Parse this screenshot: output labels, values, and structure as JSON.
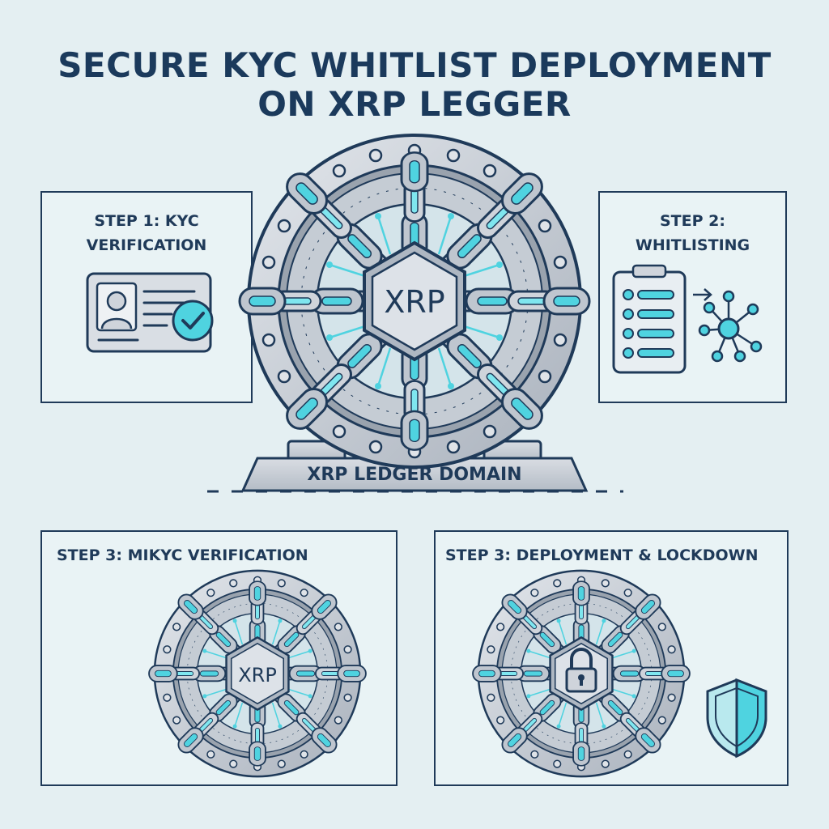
{
  "title": {
    "line1": "SECURE KYC WHITLIST DEPLOYMENT",
    "line2": "ON XRP LEGGER"
  },
  "steps": [
    {
      "line1": "STEP 1: KYC",
      "line2": "VERIFICATION"
    },
    {
      "line1": "STEP 2:",
      "line2": "WHITLISTING"
    },
    {
      "label": "STEP 3: MIKYC VERIFICATION"
    },
    {
      "label": "STEP 3: DEPLOYMENT & LOCKDOWN"
    }
  ],
  "vault": {
    "main_label": "XRP",
    "small_label": "XRP",
    "base_label": "XRP LEDGER DOMAIN"
  },
  "colors": {
    "navy": "#1f3a59",
    "steel": "#c9ced6",
    "steel_dark": "#8e97a3",
    "teal": "#4fd3e0",
    "background": "#e4eff2"
  },
  "icons": [
    "id-card-icon",
    "checkmark-icon",
    "clipboard-list-icon",
    "arrow-right-icon",
    "network-node-icon",
    "padlock-icon",
    "shield-icon"
  ]
}
